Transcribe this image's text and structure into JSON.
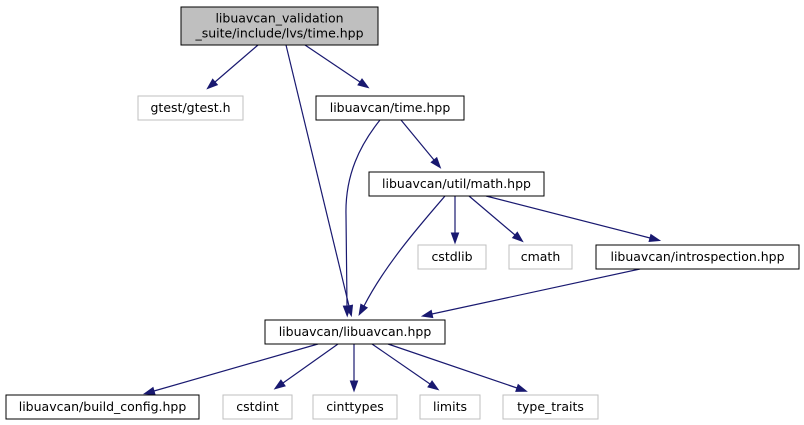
{
  "colors": {
    "edge": "#191970",
    "root_fill": "#bfbfbf",
    "node_fill": "#ffffff",
    "node_border": "#000000",
    "external_border": "#bfbfbf"
  },
  "nodes": {
    "root": {
      "lines": [
        "libuavcan_validation",
        "_suite/include/lvs/time.hpp"
      ],
      "style": "root"
    },
    "gtest": {
      "lines": [
        "gtest/gtest.h"
      ],
      "style": "external"
    },
    "time": {
      "lines": [
        "libuavcan/time.hpp"
      ],
      "style": "normal"
    },
    "math": {
      "lines": [
        "libuavcan/util/math.hpp"
      ],
      "style": "normal"
    },
    "cstdlib": {
      "lines": [
        "cstdlib"
      ],
      "style": "external"
    },
    "cmath": {
      "lines": [
        "cmath"
      ],
      "style": "external"
    },
    "introspection": {
      "lines": [
        "libuavcan/introspection.hpp"
      ],
      "style": "normal"
    },
    "libuavcan": {
      "lines": [
        "libuavcan/libuavcan.hpp"
      ],
      "style": "normal"
    },
    "build_config": {
      "lines": [
        "libuavcan/build_config.hpp"
      ],
      "style": "normal"
    },
    "cstdint": {
      "lines": [
        "cstdint"
      ],
      "style": "external"
    },
    "cinttypes": {
      "lines": [
        "cinttypes"
      ],
      "style": "external"
    },
    "limits": {
      "lines": [
        "limits"
      ],
      "style": "external"
    },
    "type_traits": {
      "lines": [
        "type_traits"
      ],
      "style": "external"
    }
  },
  "edges": [
    [
      "root",
      "gtest"
    ],
    [
      "root",
      "time"
    ],
    [
      "root",
      "libuavcan"
    ],
    [
      "time",
      "math"
    ],
    [
      "time",
      "libuavcan"
    ],
    [
      "math",
      "cstdlib"
    ],
    [
      "math",
      "cmath"
    ],
    [
      "math",
      "introspection"
    ],
    [
      "math",
      "libuavcan"
    ],
    [
      "introspection",
      "libuavcan"
    ],
    [
      "libuavcan",
      "build_config"
    ],
    [
      "libuavcan",
      "cstdint"
    ],
    [
      "libuavcan",
      "cinttypes"
    ],
    [
      "libuavcan",
      "limits"
    ],
    [
      "libuavcan",
      "type_traits"
    ]
  ]
}
